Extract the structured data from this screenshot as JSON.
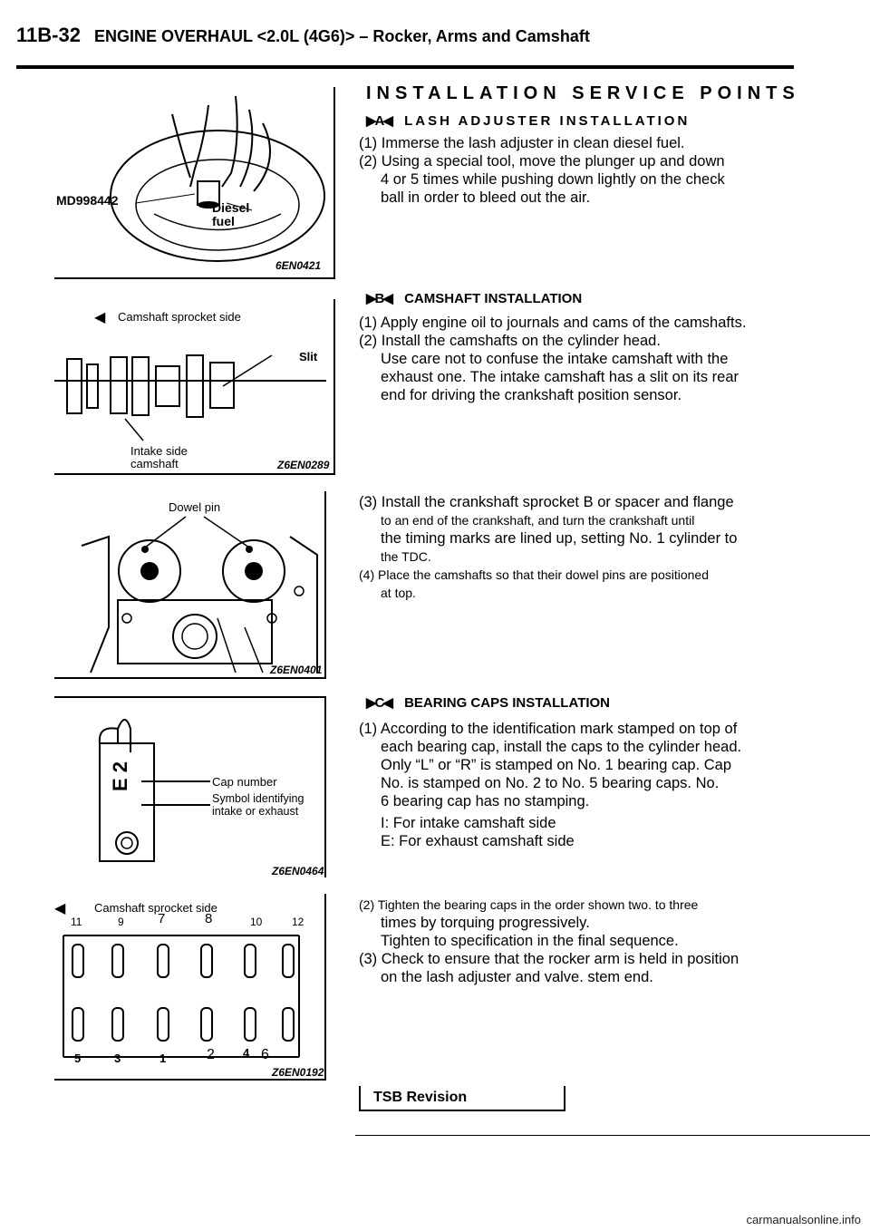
{
  "header": {
    "page": "11B-32",
    "title": "ENGINE OVERHAUL <2.0L (4G6)> – Rocker, Arms and Camshaft"
  },
  "figures": {
    "fig1": {
      "tool": "MD998442",
      "fuel": "Diesel fuel",
      "code": "6EN0421"
    },
    "fig2": {
      "side": "Camshaft sprocket side",
      "slit": "Slit",
      "intake": "Intake side",
      "camshaft": "camshaft",
      "code": "Z6EN0289"
    },
    "fig3": {
      "dowel": "Dowel pin",
      "code": "Z6EN0401"
    },
    "fig4": {
      "cap_text": "E 2",
      "cap_number": "Cap number",
      "symbol_line1": "Symbol identifying",
      "symbol_line2": "intake or exhaust",
      "code": "Z6EN0464"
    },
    "fig5": {
      "side": "Camshaft sprocket side",
      "top_numbers": [
        "11",
        "9",
        "7",
        "8",
        "10",
        "12"
      ],
      "bottom_numbers": [
        "5",
        "3",
        "1",
        "2",
        "4",
        "6"
      ],
      "code": "Z6EN0192"
    }
  },
  "content": {
    "section_title": "INSTALLATION SERVICE POINTS",
    "a": {
      "marker": "▶A◀",
      "title": "LASH ADJUSTER INSTALLATION",
      "steps": [
        "(1) Immerse the lash adjuster in clean diesel fuel.",
        "(2) Using a special tool, move the plunger up and down",
        "4 or 5 times while pushing down lightly on the check",
        "ball in order to bleed out the air."
      ]
    },
    "b": {
      "marker": "▶B◀",
      "title": "CAMSHAFT INSTALLATION",
      "steps": [
        "(1) Apply engine oil to journals and cams of the camshafts.",
        "(2) Install the camshafts on the cylinder head.",
        "Use care not to confuse the intake camshaft with the",
        "exhaust one. The intake camshaft has a slit on its rear",
        "end for driving the crankshaft position sensor."
      ],
      "steps2": [
        "(3) Install the crankshaft sprocket B or spacer and flange",
        "to an end of the crankshaft, and turn the crankshaft until",
        "the timing marks are lined up, setting No. 1 cylinder to",
        "the TDC.",
        "(4) Place the camshafts so that their dowel pins are positioned",
        "at top."
      ]
    },
    "c": {
      "marker": "▶C◀",
      "title": "BEARING CAPS INSTALLATION",
      "steps": [
        "(1) According to the identification mark stamped on top of",
        "each bearing cap, install the caps to the cylinder head.",
        "Only “L” or “R” is stamped on No. 1 bearing cap. Cap",
        "No. is stamped on No. 2 to No. 5 bearing caps. No.",
        "6 bearing cap has no stamping.",
        "I: For intake camshaft side",
        "E: For exhaust camshaft side"
      ],
      "steps2": [
        "(2) Tighten the bearing caps in the order shown two. to three",
        "times by torquing progressively.",
        "Tighten to specification in the final sequence.",
        "(3) Check to ensure that the rocker arm is held in position",
        "on the lash adjuster and valve. stem end."
      ]
    }
  },
  "footer": {
    "tsb": "TSB Revision",
    "watermark": "carmanualsonline.info"
  }
}
